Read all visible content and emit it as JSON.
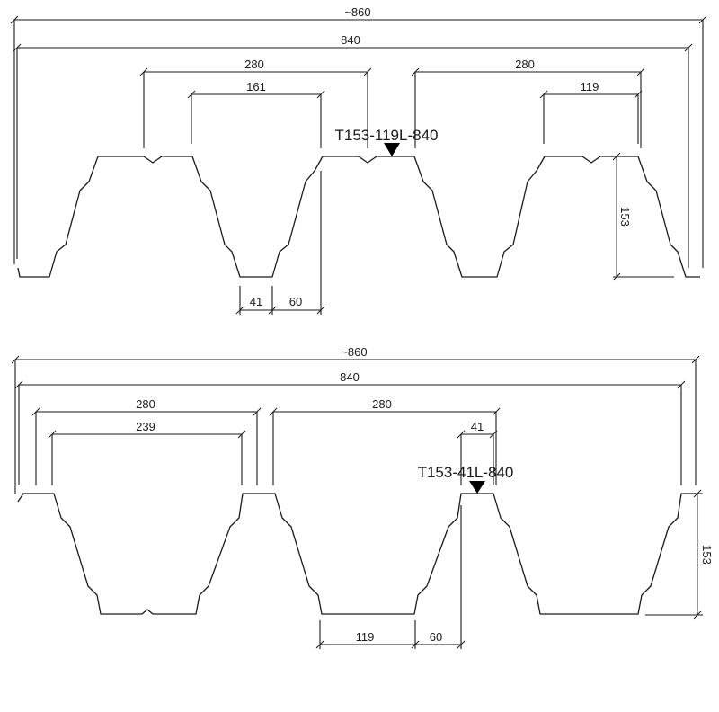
{
  "profiles": [
    {
      "title": "T153-119L-840",
      "dimensions": {
        "overall_approx": "~860",
        "cover_width": "840",
        "pitch_left": "280",
        "pitch_right": "280",
        "top_flange_left": "161",
        "top_flange_right": "119",
        "bottom_flange": "41",
        "web": "60",
        "height": "153"
      }
    },
    {
      "title": "T153-41L-840",
      "dimensions": {
        "overall_approx": "~860",
        "cover_width": "840",
        "pitch_left": "280",
        "pitch_right": "280",
        "bottom_flange_left": "239",
        "top_flange": "41",
        "bottom_flange": "119",
        "web": "60",
        "height": "153"
      }
    }
  ]
}
